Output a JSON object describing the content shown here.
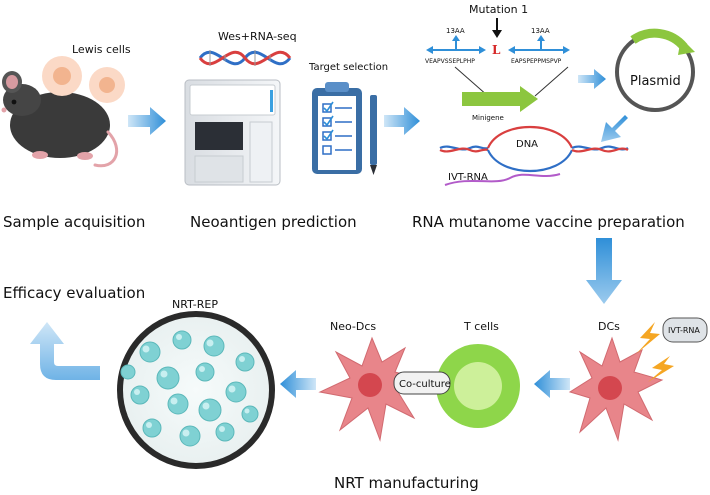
{
  "steps": {
    "sample_acquisition": "Sample acquisition",
    "neoantigen_prediction": "Neoantigen prediction",
    "rna_mutanome": "RNA mutanome vaccine preparation",
    "nrt_manufacturing": "NRT manufacturing",
    "efficacy_evaluation": "Efficacy evaluation"
  },
  "labels": {
    "lewis_cells": "Lewis cells",
    "wes_rna_seq": "Wes+RNA-seq",
    "target_selection": "Target selection",
    "mutation": "Mutation 1",
    "mutation_residue": "L",
    "aa_left": "13AA",
    "aa_right": "13AA",
    "seq_left": "VEAPVSSEPLPHP",
    "seq_right": "EAPSPEPPMSPVP",
    "minigene": "Minigene",
    "plasmid": "Plasmid",
    "dna": "DNA",
    "ivt_rna": "IVT-RNA",
    "dcs": "DCs",
    "ivt_rna_badge": "IVT-RNA",
    "t_cells": "T cells",
    "neo_dcs": "Neo-Dcs",
    "co_culture": "Co-culture",
    "nrt_rep": "NRT-REP"
  },
  "colors": {
    "arrow_blue": "#2f8fd8",
    "arrow_light": "#a8d0ee",
    "minigene_green": "#8cc63f",
    "dc_pink": "#e8858a",
    "dc_nucleus": "#d4474f",
    "tcell_green": "#8ed64a",
    "tcell_core": "#cdf09a",
    "cyan_cell": "#7fd1d3",
    "mouse": "#3a3a3a",
    "dna_red": "#d93f3f",
    "dna_blue": "#2f6fc6",
    "rna_purple": "#b25bc9"
  }
}
